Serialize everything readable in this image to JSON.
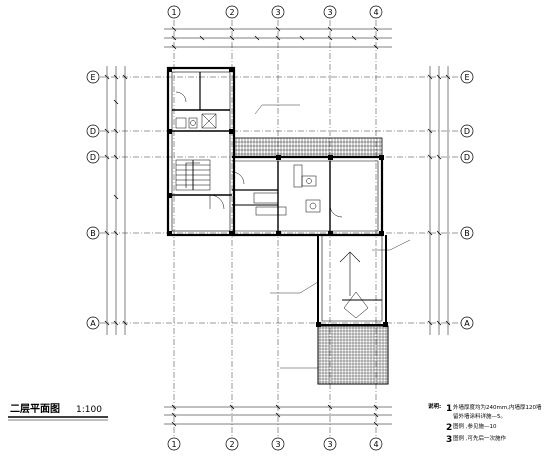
{
  "plan": {
    "title": "二层平面图",
    "scale": "1:100"
  },
  "axes": {
    "columns": [
      "1",
      "2",
      "3",
      "3",
      "4"
    ],
    "rows_left": [
      "E",
      "D",
      "D",
      "B",
      "A"
    ],
    "rows_right": [
      "E",
      "D",
      "D",
      "B",
      "A"
    ]
  },
  "notes": {
    "label": "说明:",
    "items": [
      {
        "num": "1",
        "text": "外墙厚度均为240mm,内墙厚120墙"
      },
      {
        "num": "",
        "text": "留外墙涂料详施—5。"
      },
      {
        "num": "2",
        "text": "图例 ,参见施—10"
      },
      {
        "num": "3",
        "text": "图例 ,可先后一次施作"
      }
    ]
  },
  "colors": {
    "line": "#000000",
    "background": "#ffffff"
  }
}
